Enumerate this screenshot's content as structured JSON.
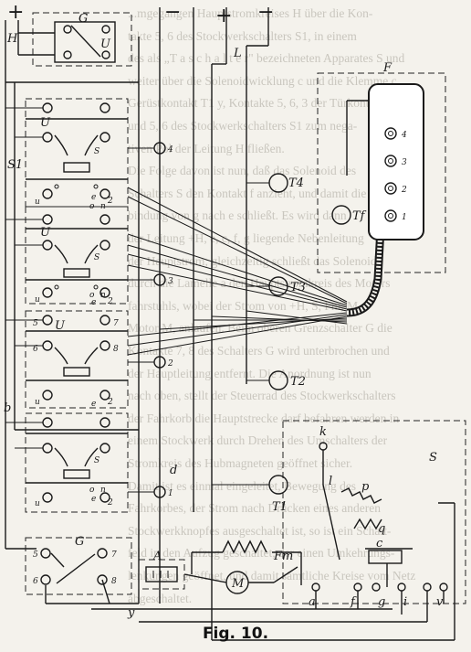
{
  "caption": "Fig. 10.",
  "ghost_lines": [
    "...mgegangen Hauptstromkreises H über die Kon-",
    "takte 5, 6 des Stockwerkschalters S1, in einem",
    "des als „T a s c h a l t e r\" bezeichneten Apparates S und",
    "weiter über die Solenoidwicklung c und die Klemme c",
    "Gerüstkontakt T1 y, Kontakte 5, 6, 3 der Türkontakte",
    "und 5, 6 des Stockwerkschalters S1 zum nega-",
    "tiven Pol der Leitung H fließen.",
    "Die Folge davon ist nun, daß das Solenoid des",
    "Schalters S den Kontakt f anzieht, und damit die Ver-",
    "bindung von g nach e schließt. Es wird dann",
    "der Leitung +H, e, c, f, g liegende Nebenleitung",
    "der Hauptstrom; gleichzeitig schließt das Solenoid",
    "durch die Lamelle a den Hauptstromkreis des Motors",
    "fahrstuhls, wobei der Strom von +H, S, Fm, M",
    "Motor M, anlaufen. Beim oberen Grenzschalter G die",
    "Kontakte 7, 8 des Schalters G wird unterbrochen und",
    "der Hauptleitung entfernt. Die Anordnung ist nun",
    "nach oben, stellt der Steuerrad des Stockwerkschalters",
    "der Fahrkorb die Hauptstrecke darf befahren werden in",
    "einem Stockwerk durch Drehen des Umschalters der",
    "Stromkreis des Hubmagneten geöffnet sicher.",
    "Damit ist es einmal eingeleitet, Bewegung des",
    "Fahrkorbes, der Strom nach Drücken eines anderen",
    "Stockwerkknopfes ausgeschaltet ist, so ist ein Schalt-",
    "feld in den Aufzug geschaltet, der einen Umkehrungs-",
    "lenkungen geöffnet, und damit sämtliche Kreise vom Netz",
    "abgeschaltet."
  ],
  "labels": {
    "H": "H",
    "G_top": "G",
    "U_top": "U",
    "plus_top": "+",
    "plus_L": "+",
    "minus_a": "−",
    "minus_b": "−",
    "L": "L",
    "F": "F",
    "S1": "S1",
    "T4": "T4",
    "Tf": "Tf",
    "T3": "T3",
    "T2": "T2",
    "T1": "T1",
    "b": "b",
    "d": "d",
    "A": "A",
    "Fm": "Fm",
    "M": "M",
    "S": "S",
    "k": "k",
    "l": "l",
    "p": "p",
    "q": "q",
    "c": "c",
    "a": "a",
    "f": "f",
    "g": "g",
    "i": "i",
    "v": "v",
    "y": "y",
    "G_bot": "G"
  },
  "button_panel_numbers": [
    "4",
    "3",
    "2",
    "1"
  ],
  "switch_units": [
    {
      "letters": [
        "U",
        "S"
      ],
      "contacts": [
        "o",
        "n",
        "e",
        "u",
        "2"
      ]
    },
    {
      "letters": [
        "U",
        "S"
      ],
      "contacts": [
        "o",
        "n",
        "e",
        "u",
        "2"
      ]
    },
    {
      "letters": [
        "5",
        "U",
        "7",
        "6",
        "8"
      ],
      "contacts": [
        "e",
        "u",
        "2"
      ]
    },
    {
      "letters": [
        "S"
      ],
      "contacts": [
        "o",
        "n",
        "e",
        "u",
        "2"
      ]
    }
  ],
  "terminal_numbers": [
    "4",
    "3",
    "2",
    "1"
  ],
  "bottom_switch_numbers": [
    "5",
    "7",
    "6",
    "8"
  ]
}
